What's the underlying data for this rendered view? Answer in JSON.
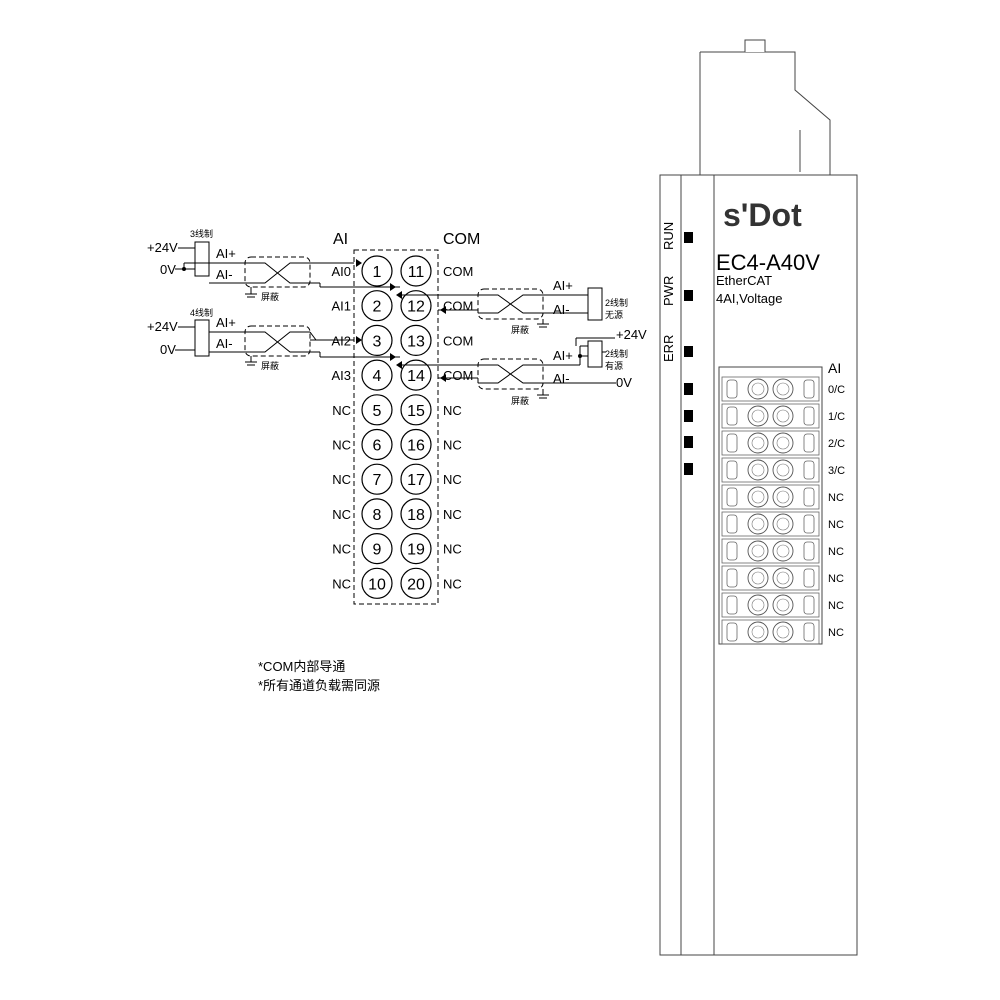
{
  "headers": {
    "ai": "AI",
    "com": "COM"
  },
  "left_terminals": [
    "1",
    "2",
    "3",
    "4",
    "5",
    "6",
    "7",
    "8",
    "9",
    "10"
  ],
  "right_terminals": [
    "11",
    "12",
    "13",
    "14",
    "15",
    "16",
    "17",
    "18",
    "19",
    "20"
  ],
  "left_labels": [
    "AI0",
    "AI1",
    "AI2",
    "AI3",
    "NC",
    "NC",
    "NC",
    "NC",
    "NC",
    "NC"
  ],
  "right_labels": [
    "COM",
    "COM",
    "COM",
    "COM",
    "NC",
    "NC",
    "NC",
    "NC",
    "NC",
    "NC"
  ],
  "wiring": {
    "plus24v": "+24V",
    "zero_v": "0V",
    "ai_plus": "AI+",
    "ai_minus": "AI-",
    "three_wire": "3线制",
    "four_wire": "4线制",
    "two_wire": "2线制",
    "passive": "无源",
    "active": "有源",
    "shield": "屏蔽"
  },
  "notes": [
    "*COM内部导通",
    "*所有通道负载需同源"
  ],
  "device": {
    "brand": "s'Dot",
    "model": "EC4-A40V",
    "bus": "EtherCAT",
    "desc": "4AI,Voltage",
    "led_labels": [
      "RUN",
      "PWR",
      "ERR"
    ],
    "port_header": "AI",
    "port_labels": [
      "0/C",
      "1/C",
      "2/C",
      "3/C",
      "NC",
      "NC",
      "NC",
      "NC",
      "NC",
      "NC"
    ]
  }
}
